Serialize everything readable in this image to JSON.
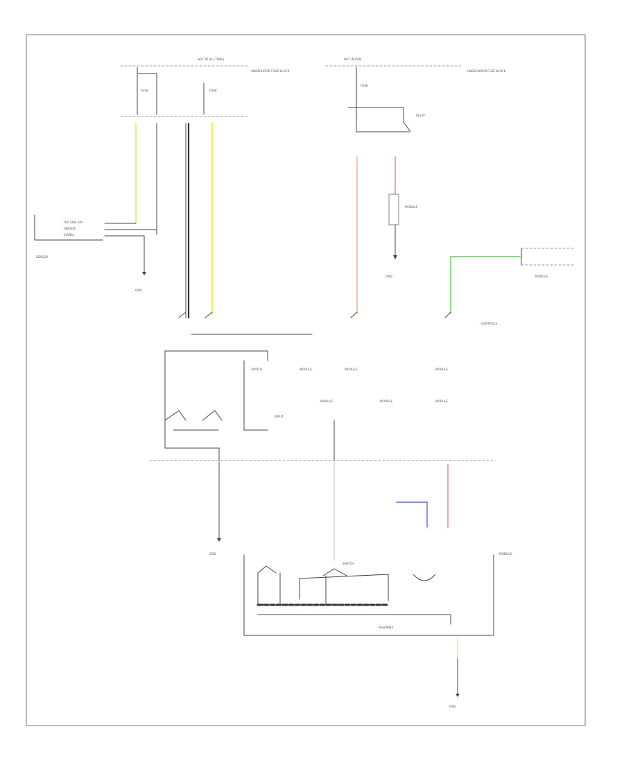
{
  "footer_ref": "",
  "colors": {
    "yellow": "#f1f16a",
    "peach": "#f3b58f",
    "pink": "#ef8a9a",
    "green": "#66c95e",
    "blue": "#5a63e6",
    "black": "#333333"
  },
  "labels": {
    "top_left_bus": "HOT AT ALL TIMES",
    "top_left_box": "UNDERHOOD FUSE BLOCK",
    "top_left_fuse1": "FUSE",
    "top_left_fuse2": "FUSE",
    "top_right_bus": "HOT IN RUN",
    "top_right_box": "UNDERHOOD FUSE BLOCK",
    "top_right_fuse": "FUSE",
    "top_right_relay": "RELAY",
    "left_sensor_1": "OUTSIDE AIR",
    "left_sensor_2": "SENSOR",
    "left_sensor_3": "SIGNAL",
    "left_sensor_name": "SENSOR",
    "left_ground_1": "GND",
    "right_module_1": "MODULE",
    "right_ground_1": "GND",
    "right_green_box": "MODULE",
    "right_green_sub": "CONTROLS",
    "mid_box_1": "SWITCH",
    "mid_col_1": "MODULE",
    "mid_col_2": "MODULE",
    "mid_col_3": "MODULE",
    "mid_row2_1": "INPUT",
    "mid_row2_2": "MODULE",
    "mid_row2_3": "MODULE",
    "mid_row2_4": "MODULE",
    "bottom_left_gnd": "GND",
    "bottom_mid_label": "SWITCH",
    "bottom_right_label": "MODULE",
    "bottom_box_label": "ASSEMBLY",
    "bottom_ground": "GND"
  }
}
